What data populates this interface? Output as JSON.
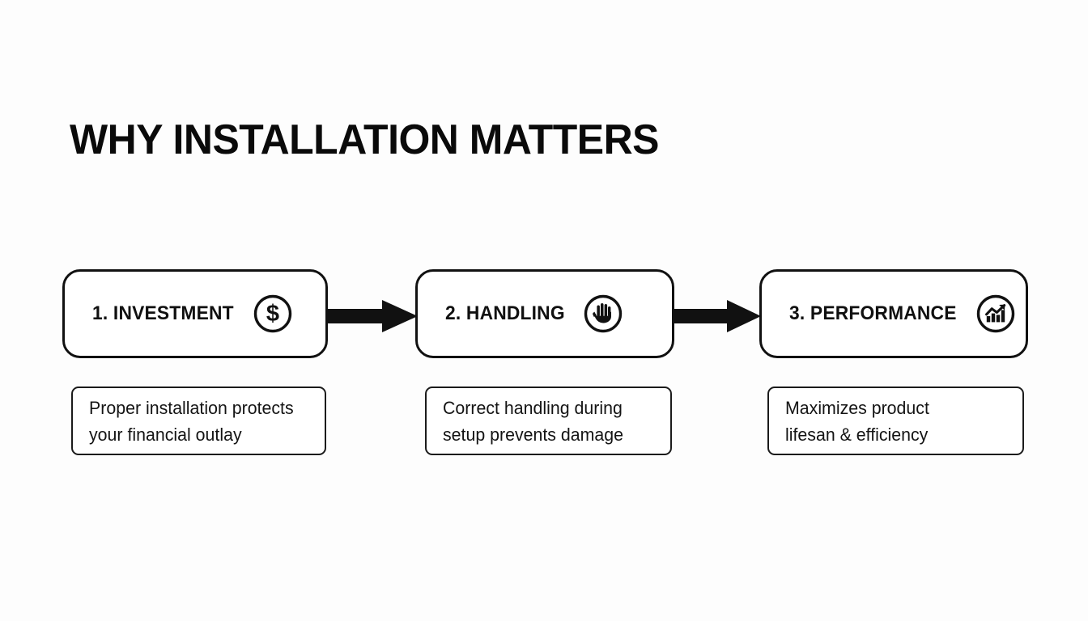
{
  "slide": {
    "title": "WHY INSTALLATION MATTERS",
    "background_color": "#fdfdfd",
    "ink_color": "#111111"
  },
  "steps": [
    {
      "label": "1. INVESTMENT",
      "icon": "dollar-circle-icon",
      "description_lines": [
        "Proper installation protects",
        "your financial outlay"
      ]
    },
    {
      "label": "2. HANDLING",
      "icon": "hand-circle-icon",
      "description_lines": [
        "Correct handling during",
        "setup prevents damage"
      ]
    },
    {
      "label": "3. PERFORMANCE",
      "icon": "growth-chart-circle-icon",
      "description_lines": [
        "Maximizes product",
        "lifesan & efficiency"
      ]
    }
  ],
  "connectors": [
    {
      "icon": "arrow-right-icon",
      "from": "1. INVESTMENT",
      "to": "2. HANDLING"
    },
    {
      "icon": "arrow-right-icon",
      "from": "2. HANDLING",
      "to": "3. PERFORMANCE"
    }
  ]
}
